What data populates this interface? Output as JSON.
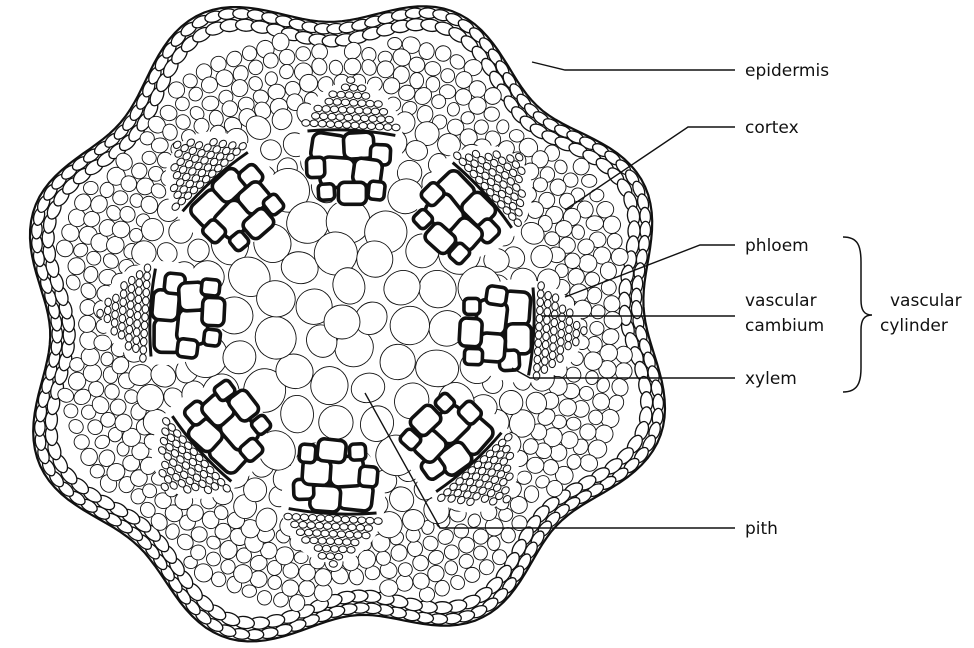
{
  "diagram": {
    "subject": "stem cross-section",
    "labels": {
      "epidermis": "epidermis",
      "cortex": "cortex",
      "phloem": "phloem",
      "vascular_cambium_line1": "vascular",
      "vascular_cambium_line2": "cambium",
      "xylem": "xylem",
      "pith": "pith",
      "vascular_cylinder_line1": "vascular",
      "vascular_cylinder_line2": "cylinder"
    },
    "vascular_bundle_count": 8,
    "colors": {
      "stroke": "#111111",
      "background": "#ffffff"
    }
  }
}
